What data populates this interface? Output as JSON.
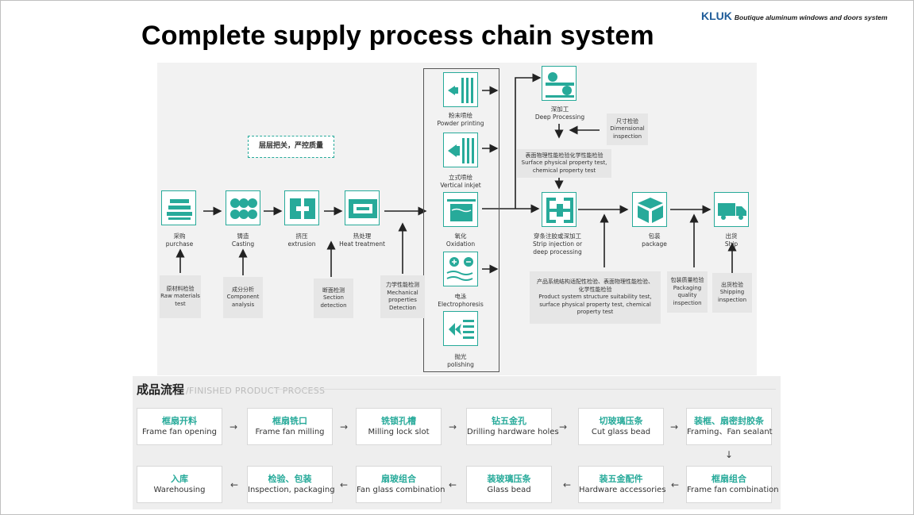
{
  "brand": {
    "name": "KLUK",
    "tagline": "Boutique aluminum windows and doors system"
  },
  "title": "Complete supply process chain system",
  "slogan": "层层把关，严控质量",
  "main_steps": [
    {
      "cn": "采购",
      "en": "purchase",
      "icon": "stack-icon"
    },
    {
      "cn": "铸造",
      "en": "Casting",
      "icon": "circles-icon"
    },
    {
      "cn": "挤压",
      "en": "extrusion",
      "icon": "press-icon"
    },
    {
      "cn": "热处理",
      "en": "Heat treatment",
      "icon": "furnace-icon"
    }
  ],
  "inspections": [
    {
      "cn": "原材料检验",
      "en1": "Raw materials",
      "en2": "test"
    },
    {
      "cn": "成分分析",
      "en1": "Component",
      "en2": "analysis"
    },
    {
      "cn": "断面检测",
      "en1": "Section",
      "en2": "detection"
    },
    {
      "cn": "力学性能检测",
      "en1": "Mechanical",
      "en2": "properties",
      "en3": "Detection"
    }
  ],
  "surface_steps": [
    {
      "cn": "粉末喷绘",
      "en": "Powder printing",
      "icon": "spray-icon"
    },
    {
      "cn": "立式喷绘",
      "en": "Vertical inkjet",
      "icon": "spray-vertical-icon"
    },
    {
      "cn": "氧化",
      "en": "Oxidation",
      "icon": "tank-icon"
    },
    {
      "cn": "电泳",
      "en": "Electrophoresis",
      "icon": "electrode-icon"
    },
    {
      "cn": "抛光",
      "en": "polishing",
      "icon": "polish-icon"
    }
  ],
  "deep": {
    "cn": "深加工",
    "en": "Deep Processing"
  },
  "dimensional": {
    "cn": "尺寸检验",
    "en1": "Dimensional",
    "en2": "inspection"
  },
  "surface_test": {
    "cn": "表面物理性能检验化学性能检验",
    "en1": "Surface physical property test,",
    "en2": "chemical property test"
  },
  "strip": {
    "cn": "穿条注胶或深加工",
    "en1": "Strip injection or",
    "en2": "deep processing"
  },
  "package": {
    "cn": "包装",
    "en": "package"
  },
  "ship": {
    "cn": "出货",
    "en": "Ship"
  },
  "product_test": {
    "cn1": "产品系统结构适配性检验、表面物理性能检验、",
    "cn2": "化学性能检验",
    "en1": "Product system structure suitability test,",
    "en2": "surface physical property test, chemical",
    "en3": "property test"
  },
  "pack_quality": {
    "cn": "包装质量检验",
    "en1": "Packaging",
    "en2": "quality",
    "en3": "inspection"
  },
  "ship_insp": {
    "cn": "出货检验",
    "en1": "Shipping",
    "en2": "inspection"
  },
  "finished": {
    "title_cn": "成品流程",
    "title_en": "/FINISHED PRODUCT PROCESS",
    "row1": [
      {
        "cn": "框扇开料",
        "en": "Frame fan opening"
      },
      {
        "cn": "框扇铣口",
        "en": "Frame fan milling"
      },
      {
        "cn": "铣锁孔槽",
        "en": "Milling lock slot"
      },
      {
        "cn": "钻五金孔",
        "en": "Drilling hardware holes"
      },
      {
        "cn": "切玻璃压条",
        "en": "Cut glass bead"
      },
      {
        "cn": "装框、扇密封胶条",
        "en": "Framing、Fan sealant"
      }
    ],
    "row2": [
      {
        "cn": "入库",
        "en": "Warehousing"
      },
      {
        "cn": "检验、包装",
        "en": "Inspection, packaging"
      },
      {
        "cn": "扇玻组合",
        "en": "Fan glass combination"
      },
      {
        "cn": "装玻璃压条",
        "en": "Glass bead"
      },
      {
        "cn": "装五金配件",
        "en": "Hardware accessories"
      },
      {
        "cn": "框扇组合",
        "en": "Frame fan combination"
      }
    ],
    "arrow_right": "→",
    "arrow_left": "←",
    "arrow_down": "↓"
  },
  "colors": {
    "accent": "#27aa9a",
    "brand": "#1f5c99"
  }
}
